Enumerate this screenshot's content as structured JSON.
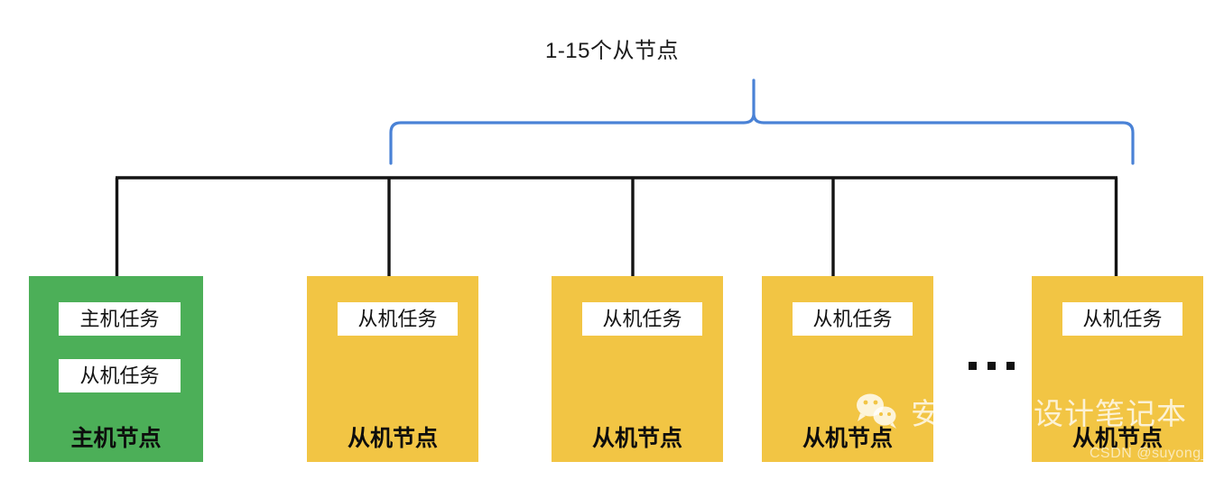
{
  "diagram": {
    "caption": "1-15个从节点",
    "brace": {
      "color": "#4A82D6"
    },
    "bus": {
      "color": "#1a1a1a"
    },
    "ellipsis_label": "...",
    "nodes": [
      {
        "type": "master",
        "title": "主机节点",
        "color": "#4CAF58",
        "tasks": [
          "主机任务",
          "从机任务"
        ]
      },
      {
        "type": "slave",
        "title": "从机节点",
        "color": "#F2C544",
        "tasks": [
          "从机任务"
        ]
      },
      {
        "type": "slave",
        "title": "从机节点",
        "color": "#F2C544",
        "tasks": [
          "从机任务"
        ]
      },
      {
        "type": "slave",
        "title": "从机节点",
        "color": "#F2C544",
        "tasks": [
          "从机任务"
        ]
      },
      {
        "type": "slave",
        "title": "从机节点",
        "color": "#F2C544",
        "tasks": [
          "从机任务"
        ]
      }
    ]
  },
  "watermark": {
    "brand": "安德鲁的设计笔记本",
    "icon": "wechat-icon",
    "credit": "CSDN @suyong_yq"
  }
}
